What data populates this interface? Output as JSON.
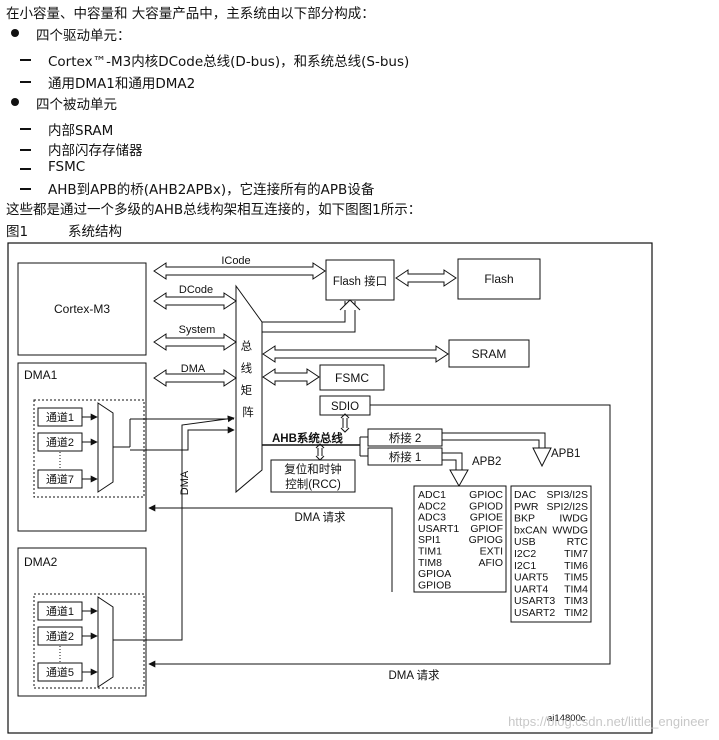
{
  "text": {
    "intro": "在小容量、中容量和 大容量产品中，主系统由以下部分构成：",
    "bullet1": "四个驱动单元：",
    "bullet1_items": [
      "Cortex™-M3内核DCode总线(D-bus)，和系统总线(S-bus)",
      "通用DMA1和通用DMA2"
    ],
    "bullet2": "四个被动单元",
    "bullet2_items": [
      "内部SRAM",
      "内部闪存存储器",
      "FSMC",
      "AHB到APB的桥(AHB2APBx)，它连接所有的APB设备"
    ],
    "outro": "这些都是通过一个多级的AHB总线构架相互连接的，如下图图1所示：",
    "figure_label": "图1",
    "figure_title": "系统结构"
  },
  "diagram": {
    "cortex": "Cortex-M3",
    "icode": "ICode",
    "dcode": "DCode",
    "system": "System",
    "dma_bus": "DMA",
    "dma_vertical": "DMA",
    "flash_if": "Flash 接口",
    "flash": "Flash",
    "sram": "SRAM",
    "fsmc": "FSMC",
    "sdio": "SDIO",
    "matrix": "总线矩阵",
    "ahb_bus": "AHB系统总线",
    "bridge2": "桥接 2",
    "bridge1": "桥接 1",
    "rcc_line1": "复位和时钟",
    "rcc_line2": "控制(RCC)",
    "apb2": "APB2",
    "apb1": "APB1",
    "dma1": "DMA1",
    "dma2": "DMA2",
    "dma1_channels": [
      "通道1",
      "通道2",
      "通道7"
    ],
    "dma2_channels": [
      "通道1",
      "通道2",
      "通道5"
    ],
    "dma_req1": "DMA 请求",
    "dma_req2": "DMA 请求",
    "apb2_left": [
      "ADC1",
      "ADC2",
      "ADC3",
      "USART1",
      "SPI1",
      "TIM1",
      "TIM8",
      "GPIOA",
      "GPIOB"
    ],
    "apb2_right": [
      "GPIOC",
      "GPIOD",
      "GPIOE",
      "GPIOF",
      "GPIOG",
      "EXTI",
      "AFIO"
    ],
    "apb1_left": [
      "DAC",
      "PWR",
      "BKP",
      "bxCAN",
      "USB",
      "I2C2",
      "I2C1",
      "UART5",
      "UART4",
      "USART3",
      "USART2"
    ],
    "apb1_right": [
      "SPI3/I2S",
      "SPI2/I2S",
      "IWDG",
      "WWDG",
      "RTC",
      "TIM7",
      "TIM6",
      "TIM5",
      "TIM4",
      "TIM3",
      "TIM2"
    ],
    "code": "ai14800c"
  },
  "watermark": "https://blog.csdn.net/little_engineer"
}
